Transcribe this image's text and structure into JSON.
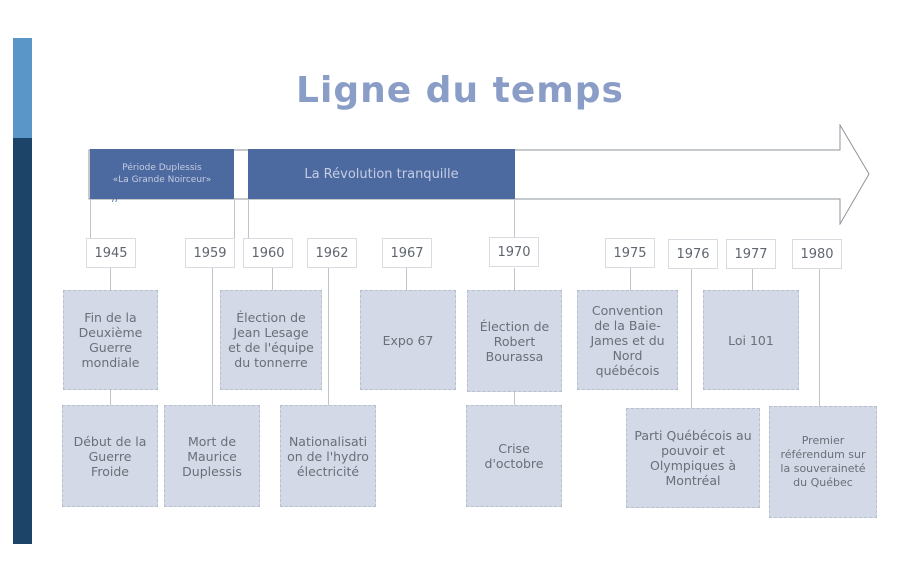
{
  "title": "Ligne du temps",
  "bands": [
    {
      "line1": "Période Duplessis",
      "line2": "«La Grande Noirceur»"
    },
    {
      "label": "La Révolution tranquille"
    }
  ],
  "break_mark": "//",
  "years": [
    "1945",
    "1959",
    "1960",
    "1962",
    "1967",
    "1970",
    "1975",
    "1976",
    "1977",
    "1980"
  ],
  "events": [
    "Fin de la Deuxième Guerre mondiale",
    "Élection de Jean Lesage et de l'équipe du tonnerre",
    "Expo 67",
    "Élection de Robert Bourassa",
    "Convention de la Baie-James et du Nord québécois",
    "Loi 101",
    "Début de la Guerre Froide",
    "Mort de Maurice Duplessis",
    "Nationalisation de l'hydroélectricité",
    "Crise d'octobre",
    "Parti Québécois au pouvoir et Olympiques à Montréal",
    "Premier référendum sur la souveraineté du Québec"
  ]
}
